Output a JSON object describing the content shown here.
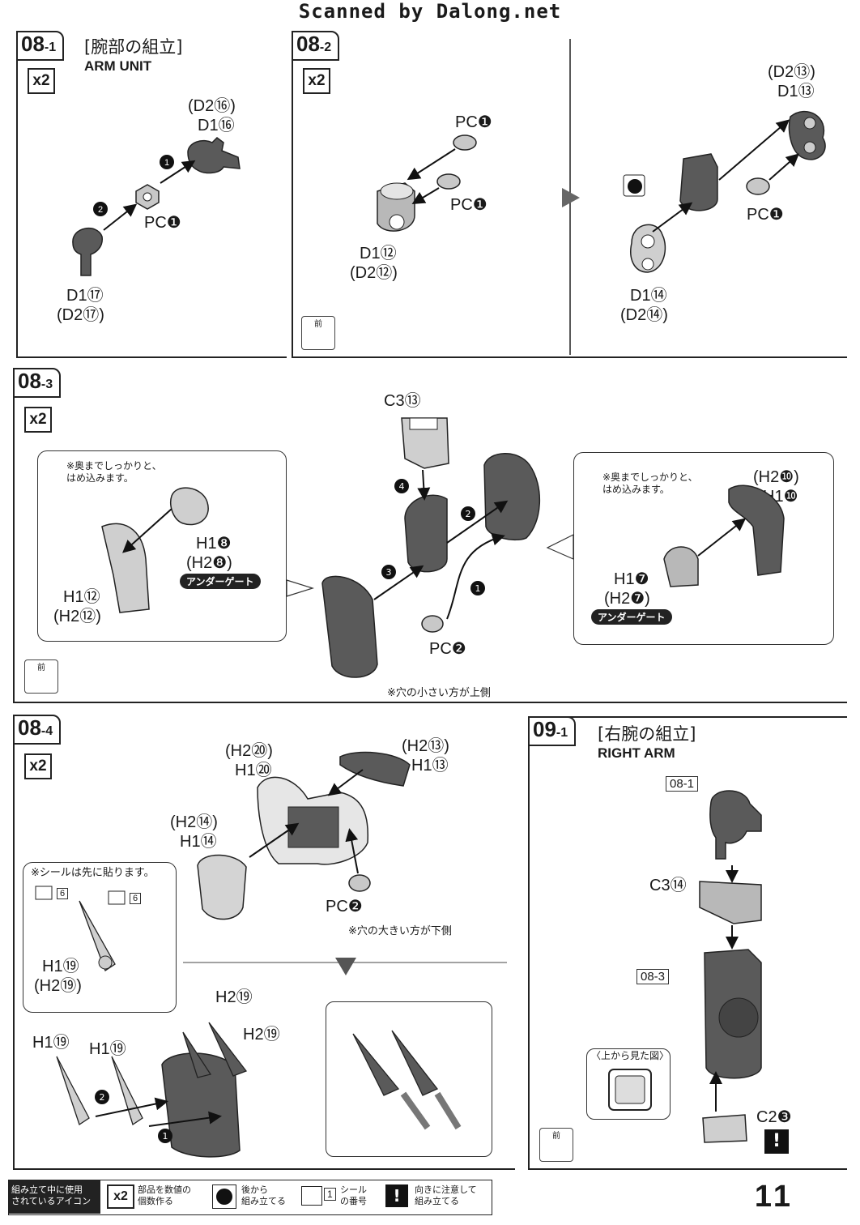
{
  "scan_header": "Scanned by Dalong.net",
  "page_number": "11",
  "steps": {
    "s081": {
      "num": "08",
      "sub": "-1",
      "title_jp": "[腕部の組立]",
      "title_en": "ARM UNIT",
      "qty": "x2",
      "labels": {
        "d2_16": "(D2⑯)",
        "d1_16": "D1⑯",
        "pc1": "PC❶",
        "d1_17": "D1⑰",
        "d2_17": "(D2⑰)"
      }
    },
    "s082": {
      "num": "08",
      "sub": "-2",
      "qty": "x2",
      "labels": {
        "pc1_top": "PC❶",
        "pc1_mid": "PC❶",
        "d1_12": "D1⑫",
        "d2_12": "(D2⑫)",
        "d2_13": "(D2⑬)",
        "d1_13": "D1⑬",
        "pc1_right": "PC❶",
        "d1_14": "D1⑭",
        "d2_14": "(D2⑭)"
      }
    },
    "s083": {
      "num": "08",
      "sub": "-3",
      "qty": "x2",
      "labels": {
        "c3_13": "C3⑬",
        "h1_8": "H1❽",
        "h2_8": "(H2❽)",
        "h1_12": "H1⑫",
        "h2_12": "(H2⑫)",
        "h2_10": "(H2❿)",
        "h1_10": "H1❿",
        "h1_7": "H1❼",
        "h2_7": "(H2❼)",
        "pc2": "PC❷"
      },
      "notes": {
        "press_left": "※奥までしっかりと、\nはめ込みます。",
        "press_right": "※奥までしっかりと、\nはめ込みます。",
        "hole_small": "※穴の小さい方が上側"
      },
      "under_gate": "アンダーゲート"
    },
    "s084": {
      "num": "08",
      "sub": "-4",
      "qty": "x2",
      "labels": {
        "h2_20": "(H2⑳)",
        "h1_20": "H1⑳",
        "h2_13": "(H2⑬)",
        "h1_13": "H1⑬",
        "h2_14": "(H2⑭)",
        "h1_14": "H1⑭",
        "pc2": "PC❷",
        "h1_19a": "H1⑲",
        "h2_19a": "(H2⑲)",
        "h2_19b": "H2⑲",
        "h2_19c": "H2⑲",
        "h1_19b": "H1⑲",
        "h1_19c": "H1⑲"
      },
      "notes": {
        "sticker_first": "※シールは先に貼ります。",
        "hole_large": "※穴の大きい方が下側"
      },
      "sticker_no": "6"
    },
    "s091": {
      "num": "09",
      "sub": "-1",
      "title_jp": "[右腕の組立]",
      "title_en": "RIGHT ARM",
      "labels": {
        "ref_081": "08-1",
        "c3_14": "C3⑭",
        "ref_083": "08-3",
        "c2_3": "C2❸",
        "top_view": "〈上から見た図〉"
      }
    }
  },
  "front_label": "前",
  "legend": {
    "title": "組み立て中に使用\nされているアイコン",
    "qty_icon": "x2",
    "qty_text": "部品を数値の\n個数作る",
    "back_text": "後から\n組み立てる",
    "sticker_icon": "1",
    "sticker_text": "シール\nの番号",
    "caution_text": "向きに注意して\n組み立てる"
  },
  "colors": {
    "part": "#5a5a5a",
    "part_light": "#b8b8b8",
    "line": "#222222"
  }
}
